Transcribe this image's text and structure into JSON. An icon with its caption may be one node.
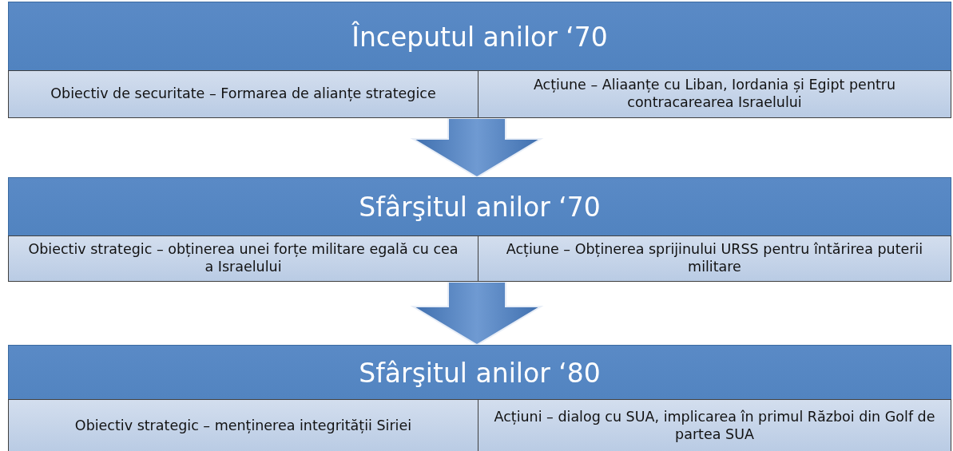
{
  "diagram": {
    "nodes": [
      {
        "text": [
          "Începutul anilor ‘70"
        ]
      },
      {
        "text": [
          "Obiectiv de securitate – Formarea de alianțe strategice"
        ],
        "in": 0
      },
      {
        "text": [
          "Acțiune – Aliaanțe cu Liban, Iordania și Egipt pentru contracarearea Israelului"
        ],
        "in": 0
      },
      {
        "text": [
          "Sfârşitul anilor ‘70"
        ]
      },
      {
        "text": [
          "Obiectiv strategic – obținerea  unei forțe militare egală  cu cea a Israelului"
        ],
        "in": 3
      },
      {
        "text": [
          "Acțiune – Obținerea sprijinului URSS pentru întărirea puterii militare"
        ],
        "in": 3
      },
      {
        "text": [
          "Sfârşitul anilor ‘80"
        ]
      },
      {
        "text": [
          "Obiectiv strategic – menținerea integrității Siriei"
        ],
        "in": 6
      },
      {
        "text": [
          "Acțiuni – dialog cu SUA, implicarea în primul Război din Golf de partea SUA"
        ],
        "in": 6
      }
    ],
    "edges": [
      {
        "from": 0,
        "to": 3,
        "arrow": "to"
      },
      {
        "from": 3,
        "to": 6,
        "arrow": "to"
      }
    ]
  }
}
